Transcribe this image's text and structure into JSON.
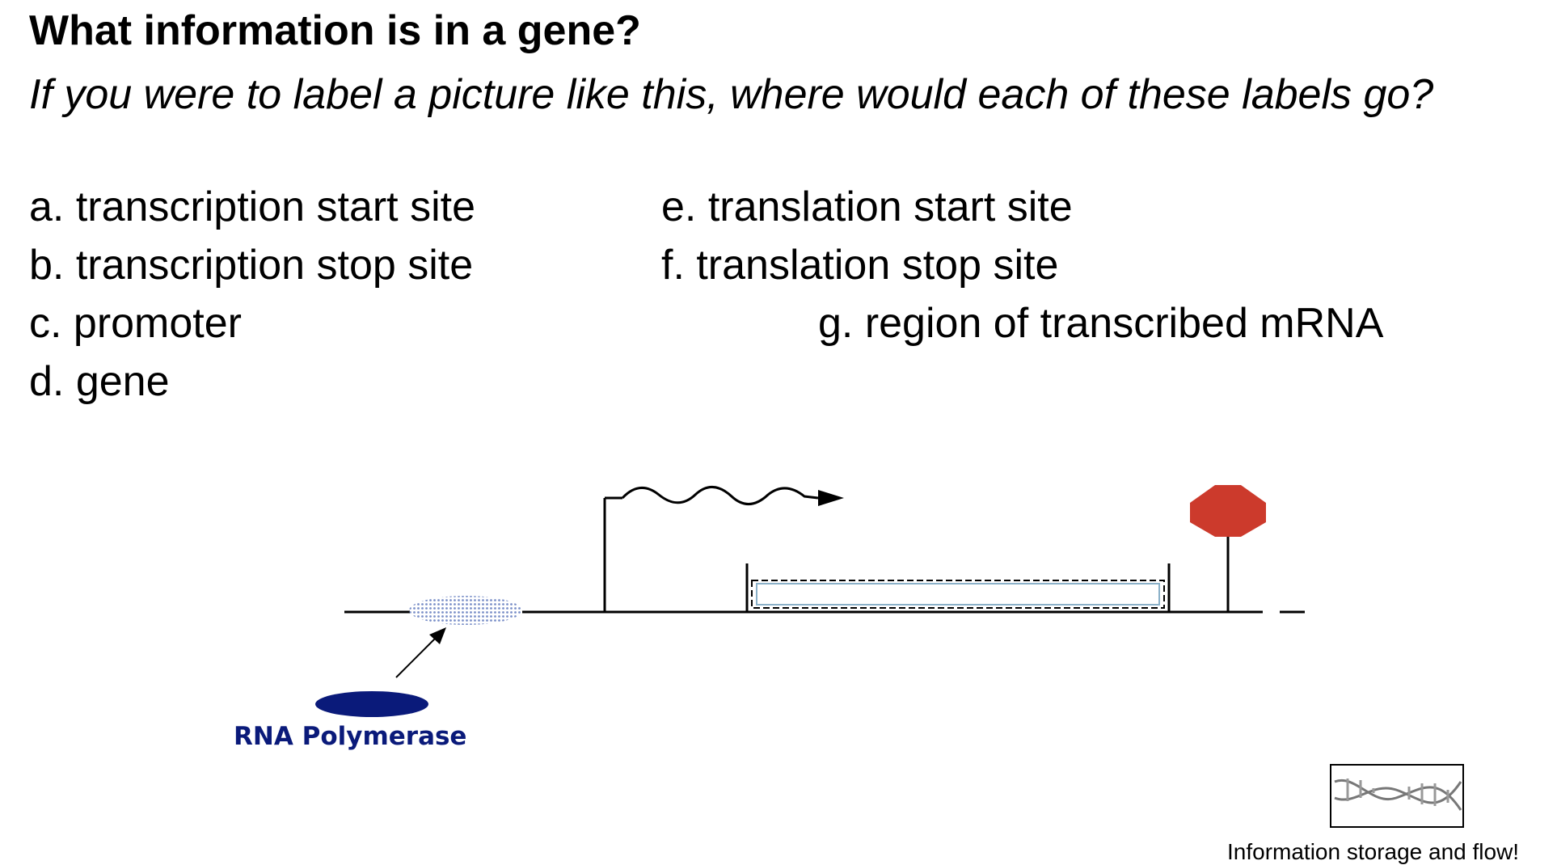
{
  "slide": {
    "title": "What information is in a gene?",
    "subtitle": "If you were to label a picture like this, where would each of these labels go?",
    "labels": [
      "a. transcription start site",
      "b. transcription stop site",
      "c. promoter",
      "d. gene",
      "e. translation start site",
      "f. translation stop site",
      "g. region of transcribed mRNA"
    ]
  },
  "diagram": {
    "polymerase_label": "RNA Polymerase",
    "colors": {
      "polymerase": "#0a1a7a",
      "promoter_dots": "#7a8fc8",
      "stop_sign": "#cc3a2c",
      "line": "#000000",
      "rna_label": "#0a1a7a"
    }
  },
  "footer": {
    "caption": "Information storage and flow!",
    "dna_icon": "dna-helix-icon"
  }
}
